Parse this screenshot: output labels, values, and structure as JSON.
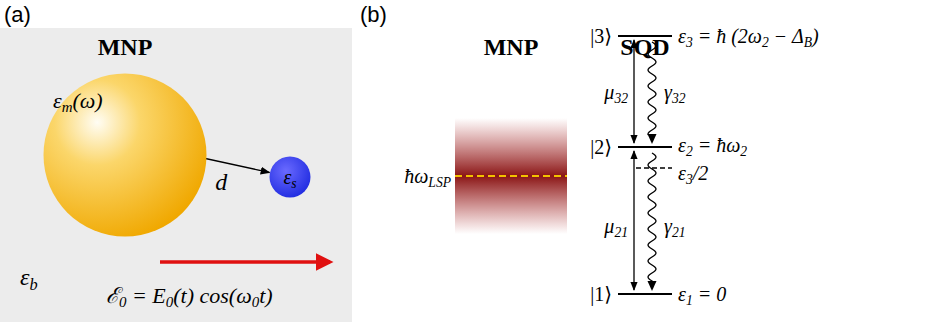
{
  "diagram": {
    "nodes": [
      {
        "text": [
          "MNP",
          "εm(ω)"
        ]
      },
      {
        "text": [
          "εs"
        ]
      }
    ],
    "edges": [
      {
        "from": 0,
        "to": 1,
        "arrow": "both",
        "label": "d"
      }
    ],
    "labels": [
      "(a)",
      "εb",
      "ℰ0 = E0(t) cos(ω0t)",
      "(b)",
      "MNP",
      "SQD",
      "ħωLSP",
      "|3⟩",
      "ε3 = ħ (2ω2 − ΔB)",
      "|2⟩",
      "ε2 = ħω2",
      "ε3/2",
      "|1⟩",
      "ε1 = 0",
      "μ32",
      "γ32",
      "μ21",
      "γ21"
    ]
  }
}
